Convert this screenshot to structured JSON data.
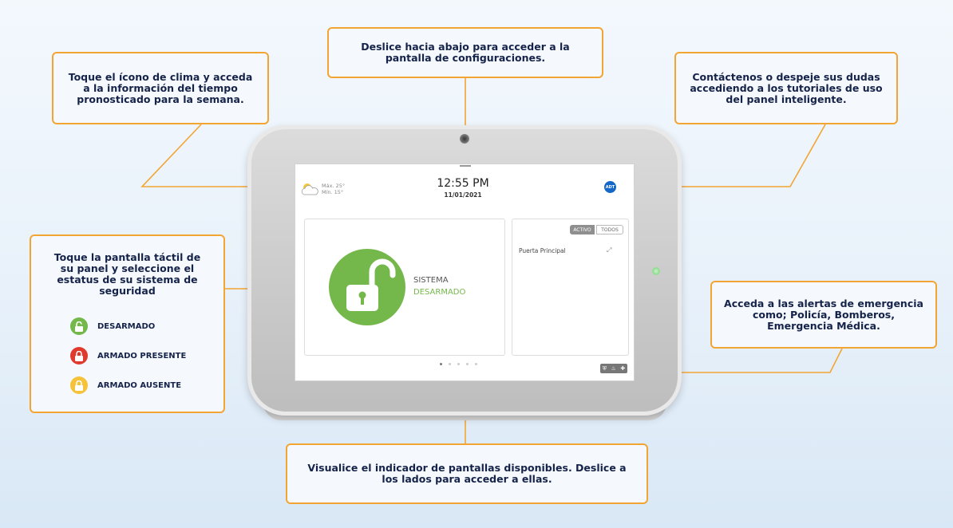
{
  "callouts": {
    "weather": "Toque el ícono de clima y acceda a la información del tiempo pronosticado para la semana.",
    "settings": "Deslice hacia abajo para acceder a la pantalla de configuraciones.",
    "contact": "Contáctenos o despeje sus dudas accediendo a los tutoriales de uso del panel inteligente.",
    "touch": "Toque la pantalla táctil de su panel y seleccione el estatus de su sistema de seguridad",
    "emergency": "Acceda a las alertas de emergencia como; Policía, Bomberos, Emergencia Médica.",
    "screens": "Visualice el indicador de pantallas disponibles. Deslice a los lados para acceder a ellas."
  },
  "legend": [
    {
      "label": "DESARMADO",
      "color": "#74b84b"
    },
    {
      "label": "ARMADO PRESENTE",
      "color": "#e03a2f"
    },
    {
      "label": "ARMADO AUSENTE",
      "color": "#f5c23a"
    }
  ],
  "panel": {
    "weather_max": "Máx. 25°",
    "weather_min": "Mín. 15°",
    "time": "12:55 PM",
    "date": "11/01/2021",
    "logo": "ADT",
    "status_line1": "SISTEMA",
    "status_line2": "DESARMADO",
    "tab_active": "ACTIVO",
    "tab_all": "TODOS",
    "sensor_name": "Puerta Principal"
  },
  "icons": {
    "weather": "sun-cloud-icon",
    "lock": "unlocked-padlock-icon",
    "emergency": "emergency-shield-fire-cross-icon"
  }
}
